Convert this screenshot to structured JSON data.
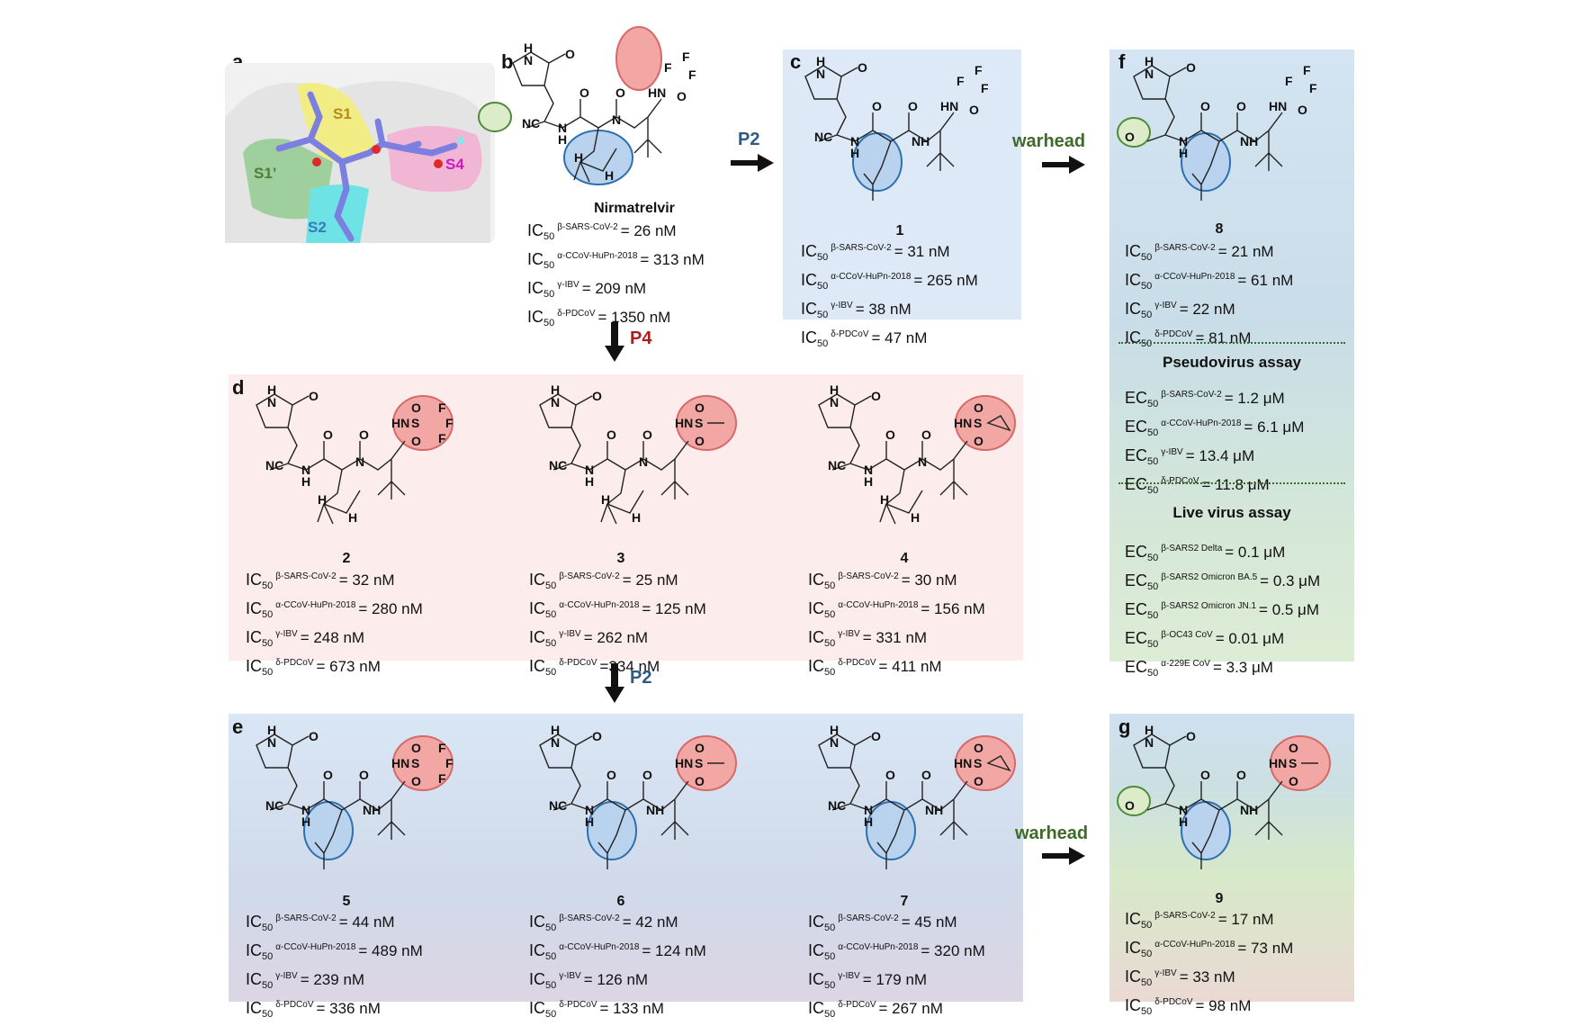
{
  "panels": {
    "a": {
      "letter": "a",
      "pocket_labels": [
        "S1",
        "S1’",
        "S2",
        "S4"
      ]
    },
    "b": {
      "letter": "b",
      "compound": "Nirmatrelvir",
      "highlight_labels": {
        "warhead": "NC"
      },
      "ic50": [
        {
          "prefix": "IC",
          "sub": "50",
          "target": "β-SARS-CoV-2",
          "value": "= 26 nM"
        },
        {
          "prefix": "IC",
          "sub": "50",
          "target": "α-CCoV-HuPn-2018",
          "value": "= 313  nM"
        },
        {
          "prefix": "IC",
          "sub": "50",
          "target": "γ-IBV",
          "value": "= 209 nM"
        },
        {
          "prefix": "IC",
          "sub": "50",
          "target": "δ-PDCoV",
          "value": "= 1350 nM"
        }
      ]
    },
    "c": {
      "letter": "c",
      "compound": "1",
      "ic50": [
        {
          "prefix": "IC",
          "sub": "50",
          "target": "β-SARS-CoV-2",
          "value": "= 31 nM"
        },
        {
          "prefix": "IC",
          "sub": "50",
          "target": "α-CCoV-HuPn-2018",
          "value": "= 265 nM"
        },
        {
          "prefix": "IC",
          "sub": "50",
          "target": "γ-IBV",
          "value": "= 38 nM"
        },
        {
          "prefix": "IC",
          "sub": "50",
          "target": "δ-PDCoV",
          "value": "= 47 nM"
        }
      ]
    },
    "d": {
      "letter": "d",
      "compounds": [
        {
          "label": "2",
          "ic50": [
            {
              "prefix": "IC",
              "sub": "50",
              "target": "β-SARS-CoV-2",
              "value": "= 32 nM"
            },
            {
              "prefix": "IC",
              "sub": "50",
              "target": "α-CCoV-HuPn-2018",
              "value": "=  280 nM"
            },
            {
              "prefix": "IC",
              "sub": "50",
              "target": "γ-IBV",
              "value": "= 248 nM"
            },
            {
              "prefix": "IC",
              "sub": "50",
              "target": "δ-PDCoV",
              "value": "= 673 nM"
            }
          ]
        },
        {
          "label": "3",
          "ic50": [
            {
              "prefix": "IC",
              "sub": "50",
              "target": "β-SARS-CoV-2",
              "value": "= 25 nM"
            },
            {
              "prefix": "IC",
              "sub": "50",
              "target": "α-CCoV-HuPn-2018",
              "value": "= 125 nM"
            },
            {
              "prefix": "IC",
              "sub": "50",
              "target": "γ-IBV",
              "value": "= 262 nM"
            },
            {
              "prefix": "IC",
              "sub": "50",
              "target": "δ-PDCoV",
              "value": "=334 nM"
            }
          ]
        },
        {
          "label": "4",
          "ic50": [
            {
              "prefix": "IC",
              "sub": "50",
              "target": "β-SARS-CoV-2",
              "value": "= 30 nM"
            },
            {
              "prefix": "IC",
              "sub": "50",
              "target": "α-CCoV-HuPn-2018",
              "value": "= 156 nM"
            },
            {
              "prefix": "IC",
              "sub": "50",
              "target": "γ-IBV",
              "value": "= 331 nM"
            },
            {
              "prefix": "IC",
              "sub": "50",
              "target": "δ-PDCoV",
              "value": "= 411 nM"
            }
          ]
        }
      ]
    },
    "e": {
      "letter": "e",
      "compounds": [
        {
          "label": "5",
          "ic50": [
            {
              "prefix": "IC",
              "sub": "50",
              "target": "β-SARS-CoV-2",
              "value": "= 44 nM"
            },
            {
              "prefix": "IC",
              "sub": "50",
              "target": "α-CCoV-HuPn-2018",
              "value": "= 489 nM"
            },
            {
              "prefix": "IC",
              "sub": "50",
              "target": "γ-IBV",
              "value": "= 239 nM"
            },
            {
              "prefix": "IC",
              "sub": "50",
              "target": "δ-PDCoV",
              "value": "= 336  nM"
            }
          ]
        },
        {
          "label": "6",
          "ic50": [
            {
              "prefix": "IC",
              "sub": "50",
              "target": "β-SARS-CoV-2",
              "value": "= 42 nM"
            },
            {
              "prefix": "IC",
              "sub": "50",
              "target": "α-CCoV-HuPn-2018",
              "value": "= 124 nM"
            },
            {
              "prefix": "IC",
              "sub": "50",
              "target": "γ-IBV",
              "value": "= 126 nM"
            },
            {
              "prefix": "IC",
              "sub": "50",
              "target": "δ-PDCoV",
              "value": "= 133 nM"
            }
          ]
        },
        {
          "label": "7",
          "ic50": [
            {
              "prefix": "IC",
              "sub": "50",
              "target": "β-SARS-CoV-2",
              "value": "= 45 nM"
            },
            {
              "prefix": "IC",
              "sub": "50",
              "target": "α-CCoV-HuPn-2018",
              "value": "= 320 nM"
            },
            {
              "prefix": "IC",
              "sub": "50",
              "target": "γ-IBV",
              "value": "= 179 nM"
            },
            {
              "prefix": "IC",
              "sub": "50",
              "target": "δ-PDCoV",
              "value": "= 267 nM"
            }
          ]
        }
      ]
    },
    "f": {
      "letter": "f",
      "compound": "8",
      "ic50": [
        {
          "prefix": "IC",
          "sub": "50",
          "target": "β-SARS-CoV-2",
          "value": "= 21 nM"
        },
        {
          "prefix": "IC",
          "sub": "50",
          "target": "α-CCoV-HuPn-2018",
          "value": "= 61 nM"
        },
        {
          "prefix": "IC",
          "sub": "50",
          "target": "γ-IBV",
          "value": "=  22 nM"
        },
        {
          "prefix": "IC",
          "sub": "50",
          "target": "δ-PDCoV",
          "value": "= 81 nM"
        }
      ],
      "pseudovirus": {
        "title": "Pseudovirus assay",
        "ec50": [
          {
            "prefix": "EC",
            "sub": "50",
            "target": "β-SARS-CoV-2",
            "value": "= 1.2 μM"
          },
          {
            "prefix": "EC",
            "sub": "50",
            "target": "α-CCoV-HuPn-2018",
            "value": "= 6.1 μM"
          },
          {
            "prefix": "EC",
            "sub": "50",
            "target": "γ-IBV",
            "value": "= 13.4 μM"
          },
          {
            "prefix": "EC",
            "sub": "50",
            "target": "δ-PDCoV",
            "value": "= 11.8 μM"
          }
        ]
      },
      "live_virus": {
        "title": "Live virus assay",
        "ec50": [
          {
            "prefix": "EC",
            "sub": "50",
            "target": "β-SARS2 Delta",
            "value": "= 0.1 μM"
          },
          {
            "prefix": "EC",
            "sub": "50",
            "target": "β-SARS2 Omicron BA.5",
            "value": "= 0.3 μM"
          },
          {
            "prefix": "EC",
            "sub": "50",
            "target": "β-SARS2 Omicron JN.1",
            "value": "= 0.5 μM"
          },
          {
            "prefix": "EC",
            "sub": "50",
            "target": "β-OC43 CoV",
            "value": "= 0.01 μM"
          },
          {
            "prefix": "EC",
            "sub": "50",
            "target": "α-229E CoV",
            "value": "= 3.3 μM"
          }
        ]
      }
    },
    "g": {
      "letter": "g",
      "compound": "9",
      "ic50": [
        {
          "prefix": "IC",
          "sub": "50",
          "target": "β-SARS-CoV-2",
          "value": "=  17 nM"
        },
        {
          "prefix": "IC",
          "sub": "50",
          "target": "α-CCoV-HuPn-2018",
          "value": "= 73 nM"
        },
        {
          "prefix": "IC",
          "sub": "50",
          "target": "γ-IBV",
          "value": "= 33 nM"
        },
        {
          "prefix": "IC",
          "sub": "50",
          "target": "δ-PDCoV",
          "value": "= 98 nM"
        }
      ]
    }
  },
  "arrows": {
    "b_to_c": {
      "label": "P2",
      "color": "#2e5a87"
    },
    "b_to_d": {
      "label": "P4",
      "color": "#b01c1c"
    },
    "d_to_e": {
      "label": "P2",
      "color": "#2e5a87"
    },
    "c_to_f": {
      "label": "warhead",
      "color": "#3f6b2a"
    },
    "e_to_g": {
      "label": "warhead",
      "color": "#3f6b2a"
    }
  },
  "colors": {
    "highlight_p4": "#f2a7a5",
    "highlight_p2": "#b9d3ee",
    "highlight_warhead": "#dcebc8",
    "ring_p4": "#d46a6a",
    "ring_p2": "#2f6fb0",
    "ring_warhead": "#4f8a3a",
    "ligand": "#7b7fe0"
  }
}
